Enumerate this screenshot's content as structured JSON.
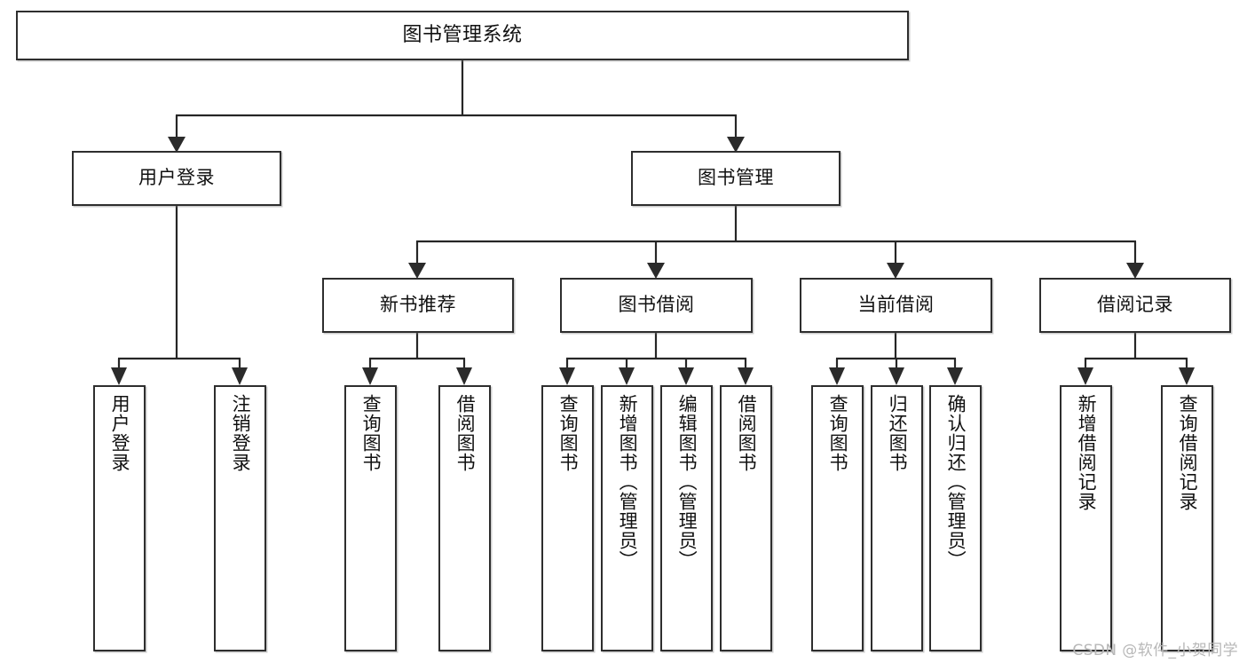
{
  "diagram": {
    "title": "图书管理系统",
    "type": "tree",
    "watermark": "CSDN @软件_小贺同学",
    "colors": {
      "box_border": "#2e2e2e",
      "box_fill": "#ffffff",
      "connector": "#262626",
      "text": "#111111",
      "watermark": "#b8b8b8",
      "background": "#ffffff"
    },
    "root": {
      "label": "图书管理系统"
    },
    "level2": [
      {
        "label": "用户登录"
      },
      {
        "label": "图书管理"
      }
    ],
    "level3": [
      {
        "label": "新书推荐"
      },
      {
        "label": "图书借阅"
      },
      {
        "label": "当前借阅"
      },
      {
        "label": "借阅记录"
      }
    ],
    "leaves": {
      "user_login": [
        {
          "label": "用户登录"
        },
        {
          "label": "注销登录"
        }
      ],
      "new_book_recommend": [
        {
          "label": "查询图书"
        },
        {
          "label": "借阅图书"
        }
      ],
      "book_borrow": [
        {
          "label": "查询图书"
        },
        {
          "label": "新增图书（管理员）"
        },
        {
          "label": "编辑图书（管理员）"
        },
        {
          "label": "借阅图书"
        }
      ],
      "current_borrow": [
        {
          "label": "查询图书"
        },
        {
          "label": "归还图书"
        },
        {
          "label": "确认归还（管理员）"
        }
      ],
      "borrow_record": [
        {
          "label": "新增借阅记录"
        },
        {
          "label": "查询借阅记录"
        }
      ]
    }
  }
}
